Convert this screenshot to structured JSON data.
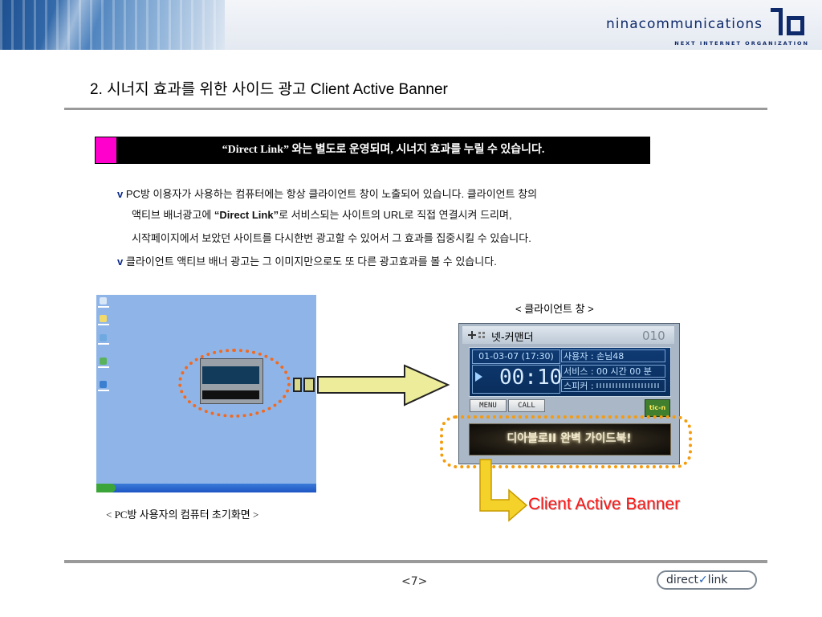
{
  "header": {
    "logo_text": "ninacommunications",
    "logo_subtitle": "NEXT INTERNET ORGANIZATION"
  },
  "page_title": "2. 시너지 효과를 위한 사이드 광고 Client Active Banner",
  "banner": {
    "text_quoted": "“Direct Link”",
    "text_rest": " 와는 별도로 운영되며, 시너지 효과를 누릴 수 있습니다."
  },
  "bullets": {
    "marker": "v",
    "line1": "PC방 이용자가 사용하는 컴퓨터에는 항상 클라이언트 창이 노출되어 있습니다. 클라이언트 창의",
    "line2a": "액티브 배너광고에 ",
    "line2b": "“Direct Link”",
    "line2c": "로 서비스되는 사이트의 URL로 직접 연결시켜 드리며,",
    "line3": "시작페이지에서 보았던 사이트를 다시한번 광고할 수 있어서 그 효과를 집중시킬 수 있습니다.",
    "line4": "클라이언트 액티브 배너 광고는 그 이미지만으로도 또 다른 광고효과를 볼 수 있습니다."
  },
  "captions": {
    "client_window": "< 클라이언트 창 >",
    "desktop": "< PC방 사용자의 컴퓨터 초기화면 >",
    "client_active_banner": "Client Active Banner"
  },
  "client_window": {
    "title": "넷-커맨더",
    "counter": "010",
    "date": "01-03-07 (17:30)",
    "user": "사용자 : 손님48",
    "time": "00:10",
    "service": "서비스 : 00 시간 00 분",
    "speaker": "스피커 :",
    "menu_button": "MENU",
    "call_button": "CALL",
    "brand_button": "tic-n",
    "ad_banner": "디아블로II 완벽 가이드북!"
  },
  "footer": {
    "page_number": "<7>",
    "logo_left": "direct",
    "logo_check": "✓",
    "logo_right": "link"
  },
  "icons": [
    "play-icon",
    "check-icon",
    "arrow-right-icon",
    "arrow-down-right-icon"
  ],
  "colors": {
    "banner_accent": "#ff00cc",
    "highlight_orange": "#f59b0e",
    "label_red": "#ff1414",
    "bullet_blue": "#0a2a8a"
  }
}
